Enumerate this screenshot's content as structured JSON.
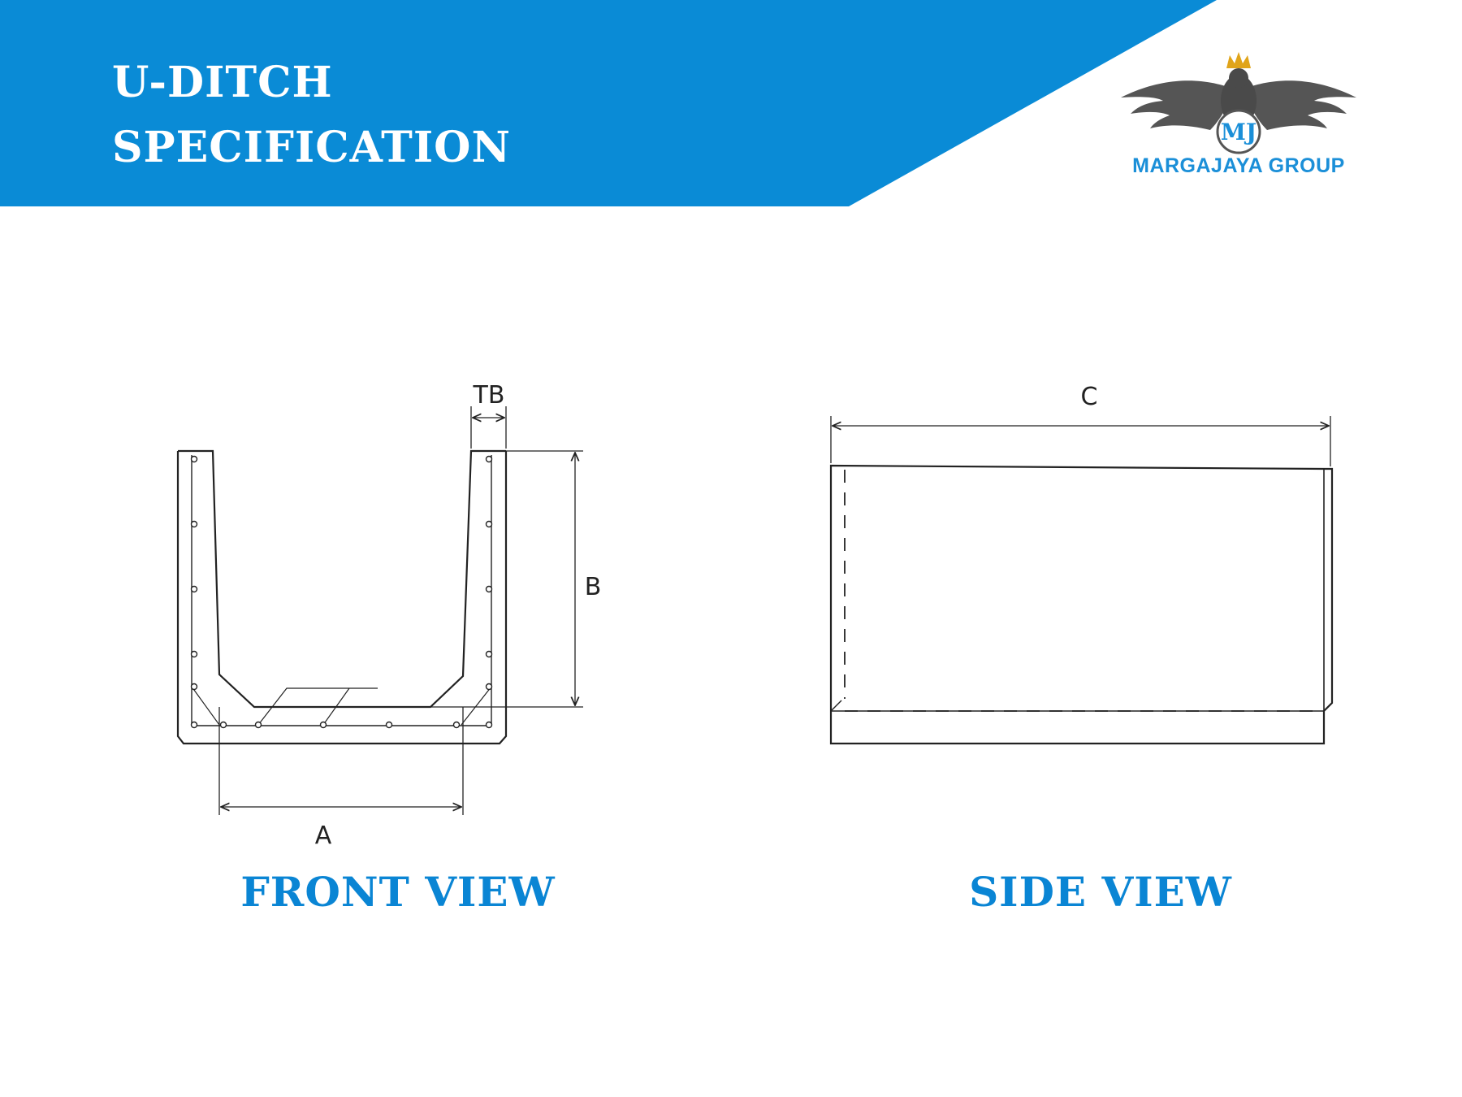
{
  "header": {
    "title_line1": "U-DITCH",
    "title_line2": "SPECIFICATION",
    "banner_color": "#0a8bd6"
  },
  "logo": {
    "monogram": "MJ",
    "company": "MARGAJAYA GROUP",
    "icon": "winged-crown-logo-icon",
    "text_color": "#1b8fd8",
    "wing_color": "#555555",
    "crown_color": "#e0a41a"
  },
  "front_view": {
    "label": "FRONT VIEW",
    "dim_width": "A",
    "dim_height": "B",
    "dim_thickness": "TB"
  },
  "side_view": {
    "label": "SIDE VIEW",
    "dim_length": "C"
  },
  "accent_color": "#0a85d4"
}
